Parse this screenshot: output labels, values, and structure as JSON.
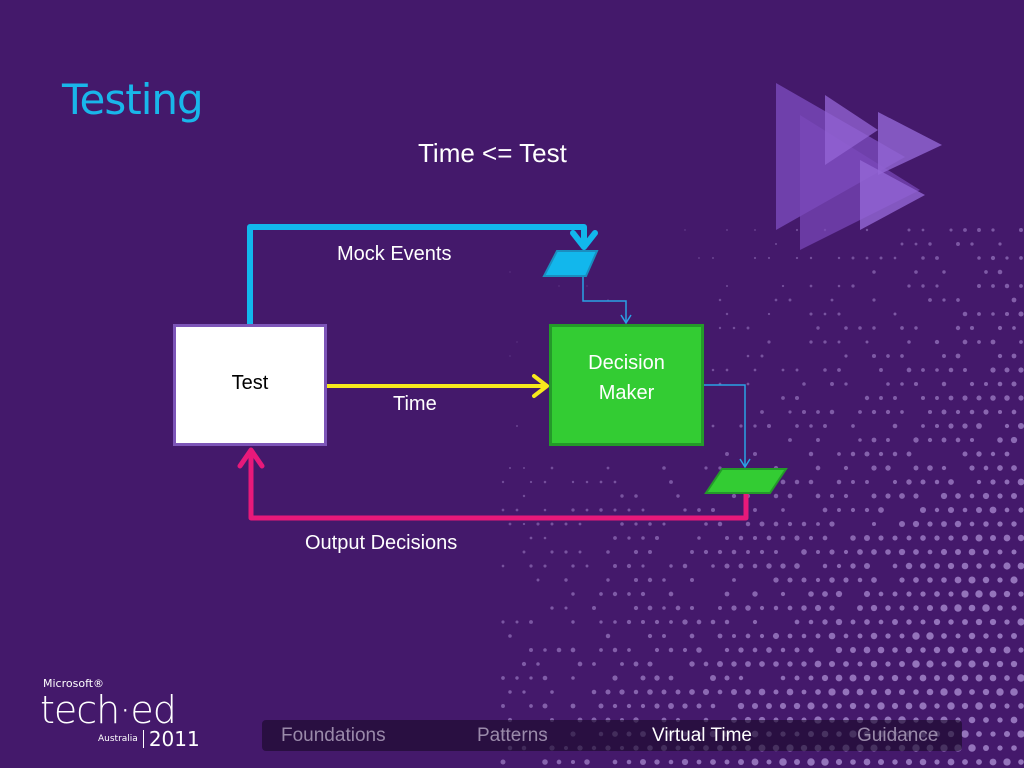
{
  "slide": {
    "title": "Testing",
    "subtitle": "Time <= Test"
  },
  "diagram": {
    "nodes": {
      "test": {
        "label": "Test"
      },
      "decision_maker": {
        "line1": "Decision",
        "line2": "Maker"
      }
    },
    "edges": {
      "mock_events": {
        "label": "Mock Events",
        "color": "#12b7ec"
      },
      "time": {
        "label": "Time",
        "color": "#f7e91c"
      },
      "output_decisions": {
        "label": "Output Decisions",
        "color": "#e8197a"
      },
      "connector_color": "#2aa3e6"
    },
    "colors": {
      "decision_fill": "#33cc33",
      "decision_border": "#249a2a",
      "input_queue_fill": "#12b7ec",
      "output_queue_fill": "#33cc33"
    }
  },
  "branding": {
    "company": "Microsoft®",
    "event": "tech·ed",
    "region": "Australia",
    "year": "2011"
  },
  "navigation": {
    "items": [
      {
        "label": "Foundations",
        "active": false
      },
      {
        "label": "Patterns",
        "active": false
      },
      {
        "label": "Virtual Time",
        "active": true
      },
      {
        "label": "Guidance",
        "active": false
      }
    ]
  },
  "theme": {
    "background": "#44196b",
    "title_color": "#19b6ea",
    "decoration_color": "#8a5cc8"
  }
}
